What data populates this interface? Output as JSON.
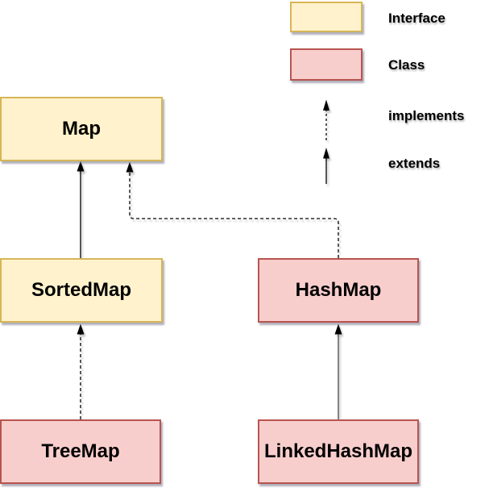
{
  "diagram": {
    "nodes": [
      {
        "id": "map",
        "label": "Map",
        "type": "interface"
      },
      {
        "id": "sortedmap",
        "label": "SortedMap",
        "type": "interface"
      },
      {
        "id": "hashmap",
        "label": "HashMap",
        "type": "class"
      },
      {
        "id": "treemap",
        "label": "TreeMap",
        "type": "class"
      },
      {
        "id": "linkedhashmap",
        "label": "LinkedHashMap",
        "type": "class"
      }
    ],
    "edges": [
      {
        "from": "SortedMap",
        "to": "Map",
        "relation": "extends",
        "style": "solid"
      },
      {
        "from": "HashMap",
        "to": "Map",
        "relation": "implements",
        "style": "dashed"
      },
      {
        "from": "TreeMap",
        "to": "SortedMap",
        "relation": "implements",
        "style": "dashed"
      },
      {
        "from": "LinkedHashMap",
        "to": "HashMap",
        "relation": "extends",
        "style": "solid"
      }
    ]
  },
  "legend": {
    "items": [
      {
        "key": "interface",
        "label": "Interface",
        "swatch": "interface-box"
      },
      {
        "key": "class",
        "label": "Class",
        "swatch": "class-box"
      },
      {
        "key": "implements",
        "label": "implements",
        "arrow": "dashed-arrow-up"
      },
      {
        "key": "extends",
        "label": "extends",
        "arrow": "solid-arrow-up"
      }
    ]
  },
  "colors": {
    "interface_fill": "#FFF2CC",
    "interface_stroke": "#D6B656",
    "class_fill": "#F8CECC",
    "class_stroke": "#B85450",
    "line": "#000000",
    "gray_line": "#666666",
    "background": "#FFFFFF"
  }
}
